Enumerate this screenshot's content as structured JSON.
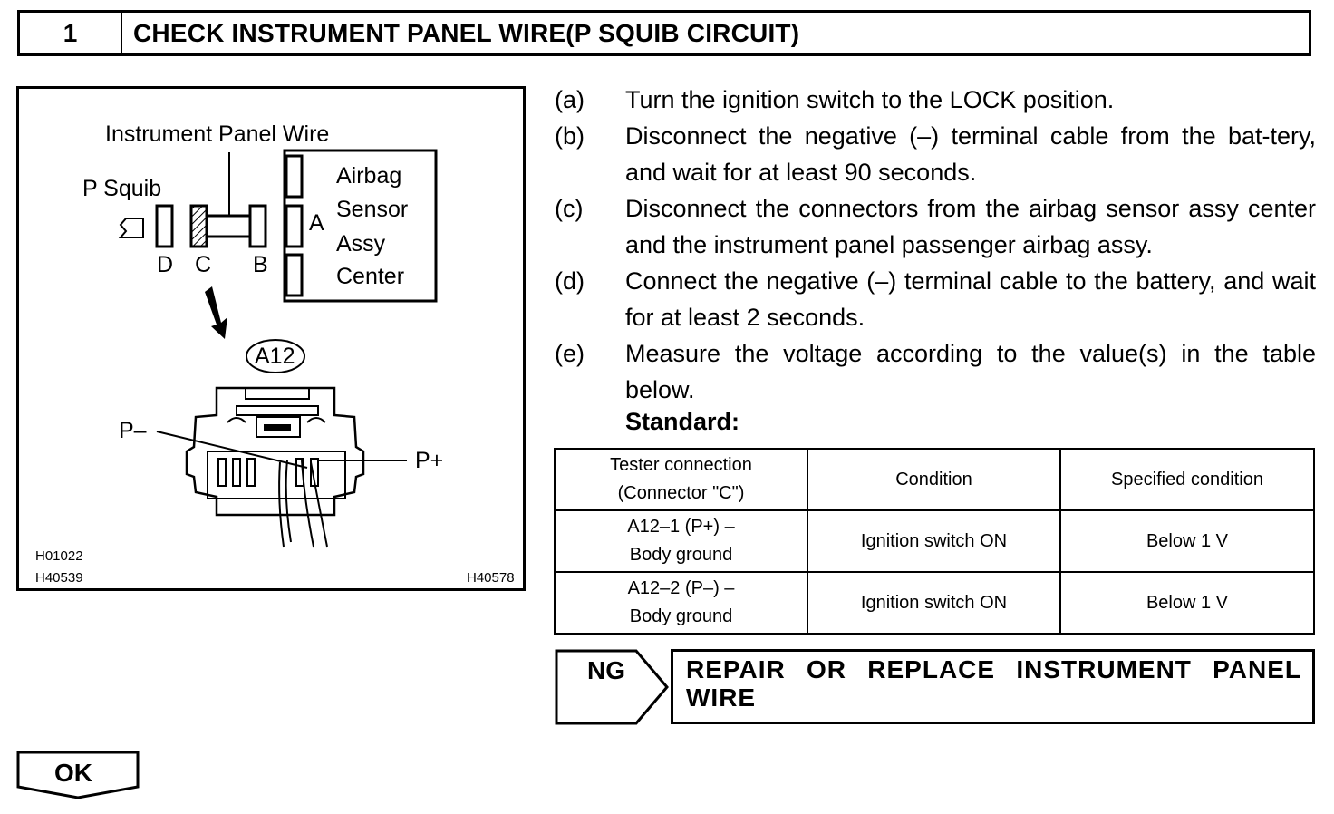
{
  "header": {
    "number": "1",
    "title": "CHECK INSTRUMENT PANEL WIRE(P SQUIB CIRCUIT)"
  },
  "figure": {
    "instrument_panel_wire": "Instrument Panel Wire",
    "p_squib": "P Squib",
    "label_a": "A",
    "label_b": "B",
    "label_c": "C",
    "label_d": "D",
    "airbag_sensor_lines": [
      "Airbag",
      "Sensor",
      "Assy",
      "Center"
    ],
    "connector_id": "A12",
    "p_minus": "P–",
    "p_plus": "P+",
    "code1": "H01022",
    "code2": "H40539",
    "code3": "H40578"
  },
  "steps": [
    {
      "letter": "(a)",
      "text": "Turn the ignition switch to the LOCK position."
    },
    {
      "letter": "(b)",
      "text": "Disconnect the negative (–) terminal cable from the bat-tery, and wait for at least 90 seconds."
    },
    {
      "letter": "(c)",
      "text": "Disconnect the connectors from the airbag sensor assy center and the instrument panel passenger airbag assy."
    },
    {
      "letter": "(d)",
      "text": "Connect the negative (–) terminal cable to the battery, and wait for at least 2 seconds."
    },
    {
      "letter": "(e)",
      "text": "Measure the voltage according to the value(s) in the table below."
    }
  ],
  "standard_label": "Standard:",
  "table": {
    "headers": [
      "Tester connection",
      "(Connector \"C\")",
      "Condition",
      "Specified condition"
    ],
    "rows": [
      {
        "conn1": "A12–1 (P+) –",
        "conn2": "Body ground",
        "condition": "Ignition switch ON",
        "spec": "Below 1 V"
      },
      {
        "conn1": "A12–2 (P–) –",
        "conn2": "Body ground",
        "condition": "Ignition switch ON",
        "spec": "Below 1 V"
      }
    ]
  },
  "ng": {
    "label": "NG",
    "action": "REPAIR OR REPLACE INSTRUMENT PANEL WIRE"
  },
  "ok": {
    "label": "OK"
  }
}
